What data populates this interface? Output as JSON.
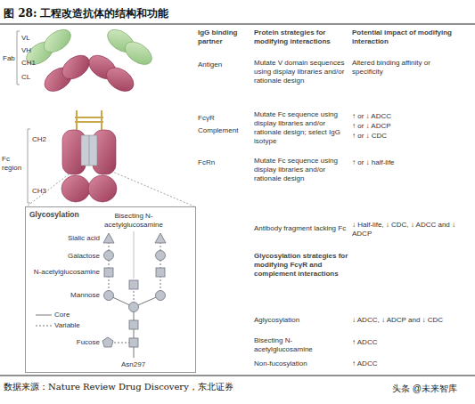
{
  "diagram": {
    "title": "图 28: 工程改造抗体的结构和功能",
    "caption": "数据来源：Nature Review Drug Discovery，东北证券",
    "nodes": [
      {
        "text": [
          "Glycosylation"
        ]
      }
    ],
    "edges": [],
    "labels": [
      "VL",
      "VH",
      "CH1",
      "CL",
      "Fab",
      "CH2",
      "Fc region",
      "CH3",
      "IgG binding partner",
      "Protein strategies for modifying interactions",
      "Potential impact of modifying interaction",
      "Antigen",
      "Mutate V domain sequences using display libraries and/or rationale design",
      "Altered binding affinity or specificity",
      "FcγR",
      "Complement",
      "Mutate Fc sequence using display libraries and/or rationale design; select IgG isotype",
      "↑ or ↓ ADCC",
      "↑ or ↓ ADCP",
      "↑ or ↓ CDC",
      "FcRn",
      "Mutate Fc sequence using display libraries and/or rationale design",
      "↑ or ↓ half-life",
      "Antibody fragment lacking Fc",
      "↓ Half-life, ↓ CDC, ↓ ADCC and ↓ ADCP",
      "Glycosylation strategies for modifying FcγR and complement interactions",
      "Aglycosylation",
      "↓ ADCC, ↓ ADCP and ↓ CDC",
      "Bisecting N-acetylglucosamine",
      "↑ ADCC",
      "Non-fucosylation",
      "↑ ADCC",
      "Bisecting N-acetylglucosamine",
      "Sialic acid",
      "Galactose",
      "N-acetylglucosamine",
      "Mannose",
      "Fucose",
      "Asn297",
      "头条 @未来智库"
    ],
    "legend": [
      {
        "text": "Core"
      },
      {
        "text": "Variable"
      }
    ]
  }
}
